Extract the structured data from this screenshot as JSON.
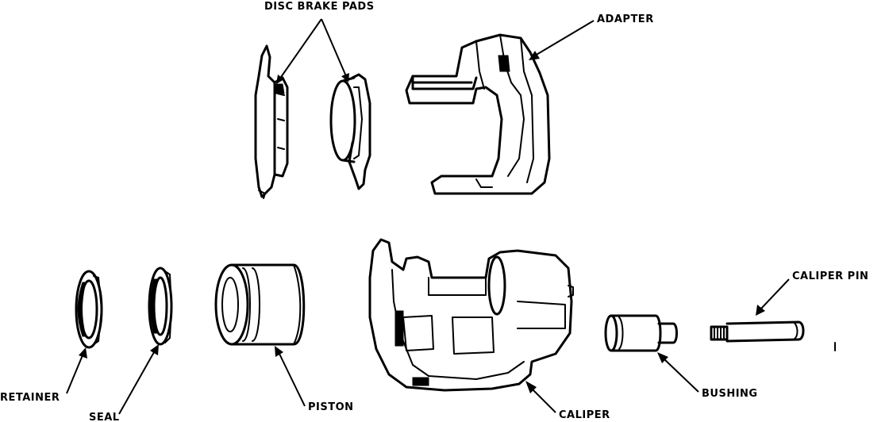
{
  "labels": {
    "disc_brake_pads": "DISC BRAKE PADS",
    "adapter": "ADAPTER",
    "caliper_pin": "CALIPER PIN",
    "retainer": "RETAINER",
    "seal": "SEAL",
    "piston": "PISTON",
    "caliper": "CALIPER",
    "bushing": "BUSHING"
  }
}
